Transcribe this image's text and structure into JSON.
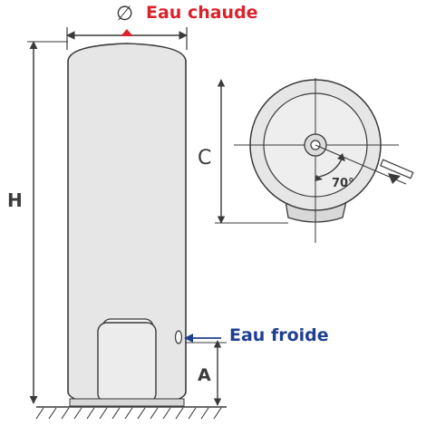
{
  "labels": {
    "diameter_symbol": "∅",
    "hot_water": "Eau chaude",
    "cold_water": "Eau froide",
    "height": "H",
    "dim_c": "C",
    "dim_a": "A",
    "angle": "70°"
  },
  "colors": {
    "hot": "#d9232d",
    "cold": "#1f3f8f",
    "tank_fill": "#e6e6e6",
    "outline": "#3a3a3a"
  },
  "icons": {
    "hot_outlet": "triangle-up",
    "cold_inlet": "arrow-left",
    "ground": "hatched-floor"
  }
}
